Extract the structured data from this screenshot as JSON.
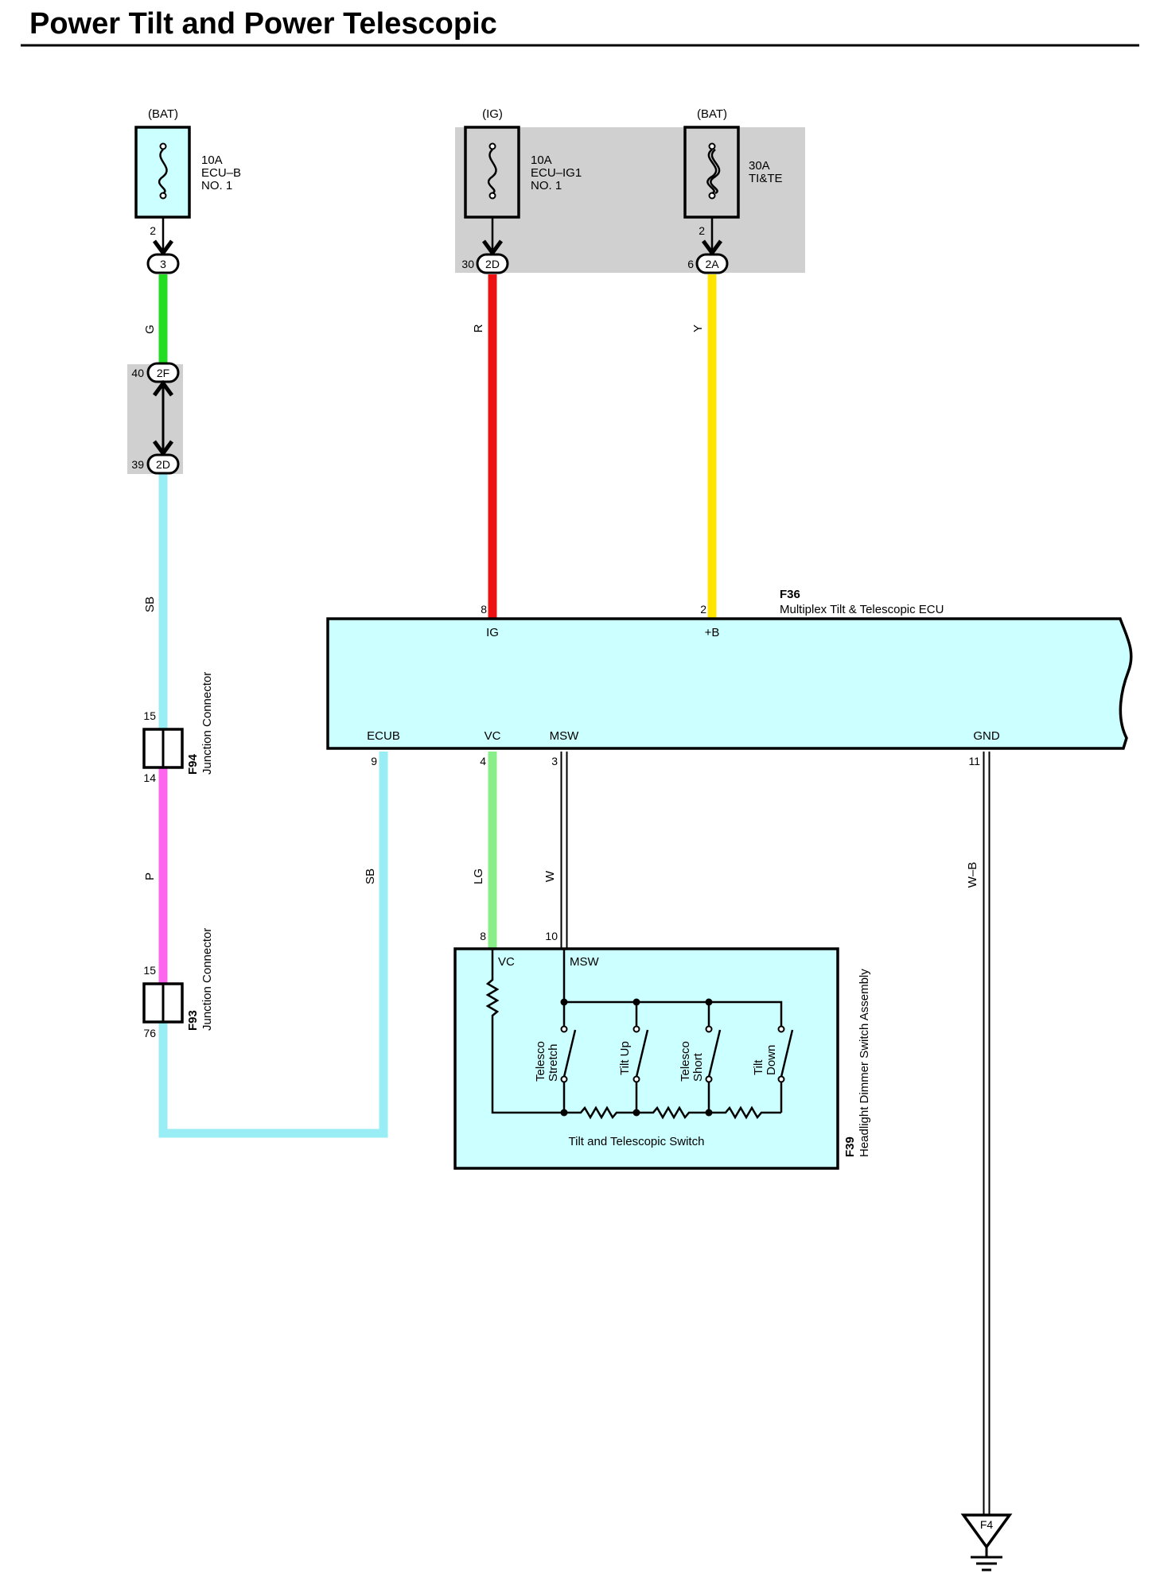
{
  "title": "Power Tilt and Power Telescopic",
  "fuses": [
    {
      "source": "(BAT)",
      "rating": "10A",
      "name": "ECU–B",
      "number": "NO. 1",
      "out_pin": "2",
      "connector": "3",
      "connector_pin": ""
    },
    {
      "source": "(IG)",
      "rating": "10A",
      "name": "ECU–IG1",
      "number": "NO. 1",
      "out_pin": "",
      "connector": "2D",
      "connector_pin": "30"
    },
    {
      "source": "(BAT)",
      "rating": "30A",
      "name": "TI&TE",
      "number": "",
      "out_pin": "2",
      "connector": "2A",
      "connector_pin": "6"
    }
  ],
  "inline_connectors": [
    {
      "pin": "40",
      "code": "2F"
    },
    {
      "pin": "39",
      "code": "2D"
    }
  ],
  "wires": {
    "w1": {
      "code": "G",
      "color": "#22dd22"
    },
    "w2": {
      "code": "SB",
      "color": "#99eef5"
    },
    "w3": {
      "code": "P",
      "color": "#ff66ee"
    },
    "w4": {
      "code": "R",
      "color": "#ee1111"
    },
    "w5": {
      "code": "Y",
      "color": "#ffe400"
    },
    "w6": {
      "code": "SB",
      "color": "#99eef5"
    },
    "w7": {
      "code": "LG",
      "color": "#88ee88"
    },
    "w8": {
      "code": "W",
      "color": "#ffffff"
    },
    "w9": {
      "code": "W–B",
      "color": "#ffffff"
    }
  },
  "junctions": [
    {
      "id": "F94",
      "name": "Junction Connector",
      "pin_top": "15",
      "pin_bottom": "14"
    },
    {
      "id": "F93",
      "name": "Junction Connector",
      "pin_top": "15",
      "pin_bottom": "76"
    }
  ],
  "ecu": {
    "id": "F36",
    "name": "Multiplex Tilt & Telescopic ECU",
    "top_terminals": [
      {
        "pin": "8",
        "label": "IG"
      },
      {
        "pin": "2",
        "label": "+B"
      }
    ],
    "bottom_terminals": [
      {
        "pin": "9",
        "label": "ECUB"
      },
      {
        "pin": "4",
        "label": "VC"
      },
      {
        "pin": "3",
        "label": "MSW"
      },
      {
        "pin": "11",
        "label": "GND"
      }
    ],
    "fill": "#ccffff"
  },
  "switch_assembly": {
    "id": "F39",
    "name": "Headlight Dimmer Switch Assembly",
    "inner_name": "Tilt and Telescopic Switch",
    "terminals": [
      {
        "pin": "8",
        "label": "VC"
      },
      {
        "pin": "10",
        "label": "MSW"
      }
    ],
    "switches": [
      {
        "line1": "Telesco",
        "line2": "Stretch"
      },
      {
        "line1": "Tilt Up",
        "line2": ""
      },
      {
        "line1": "Telesco",
        "line2": "Short"
      },
      {
        "line1": "Tilt",
        "line2": "Down"
      }
    ]
  },
  "ground": {
    "code": "F4"
  },
  "colors": {
    "fuse_fill": "#ccffff",
    "relay_block": "#d0d0d0",
    "ecu_fill": "#ccffff"
  }
}
